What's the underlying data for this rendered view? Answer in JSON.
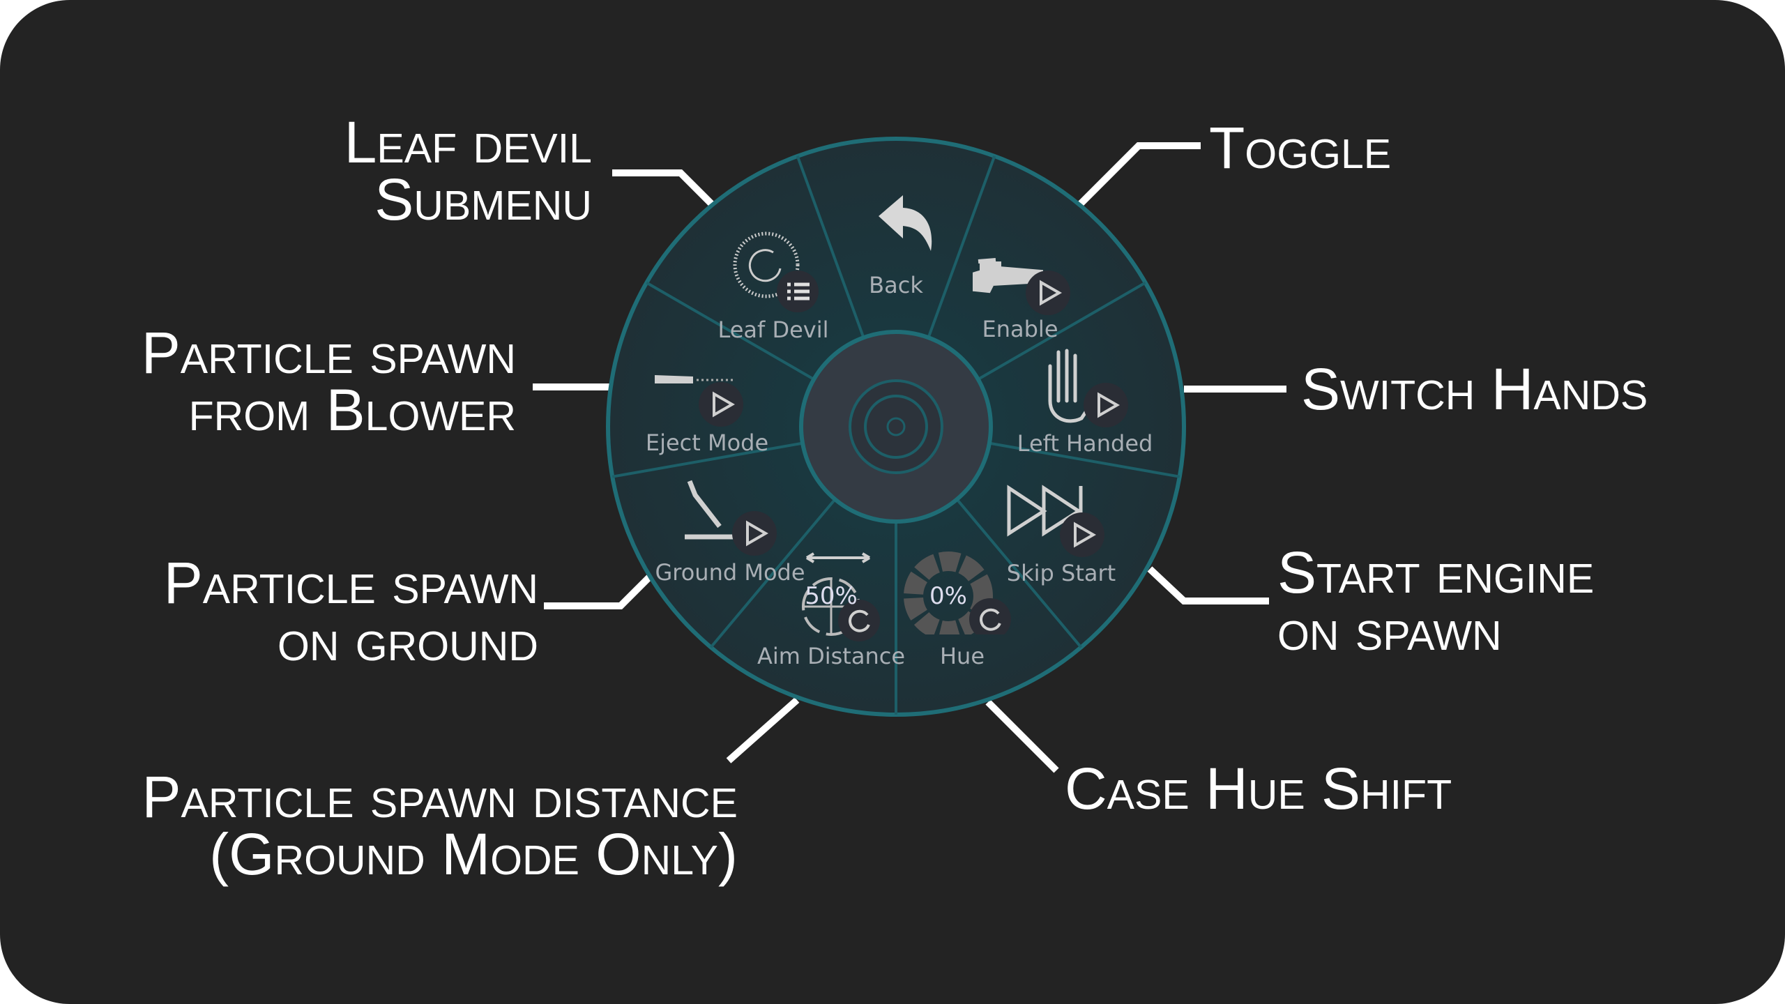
{
  "callouts": {
    "leaf_devil": [
      "Leaf devil",
      "Submenu"
    ],
    "toggle": [
      "Toggle"
    ],
    "blower": [
      "Particle spawn",
      "from Blower"
    ],
    "switch_hands": [
      "Switch Hands"
    ],
    "ground": [
      "Particle spawn",
      "on ground"
    ],
    "start_engine": [
      "Start engine",
      "on spawn"
    ],
    "distance": [
      "Particle spawn distance",
      "(Ground Mode Only)"
    ],
    "hue_shift": [
      "Case Hue Shift"
    ]
  },
  "radial_menu": {
    "items": [
      {
        "label": "Back",
        "icon": "back-arrow-icon"
      },
      {
        "label": "Enable",
        "icon": "leaf-blower-icon",
        "badge": "play-icon"
      },
      {
        "label": "Left Handed",
        "icon": "hand-icon",
        "badge": "play-icon"
      },
      {
        "label": "Skip Start",
        "icon": "fast-forward-icon",
        "badge": "play-icon"
      },
      {
        "label": "Hue",
        "icon": "hue-wheel-icon",
        "badge": "reset-icon",
        "value": "0%"
      },
      {
        "label": "Aim Distance",
        "icon": "crosshair-icon",
        "badge": "reset-icon",
        "value": "50%"
      },
      {
        "label": "Ground Mode",
        "icon": "ground-blower-icon",
        "badge": "play-icon"
      },
      {
        "label": "Eject Mode",
        "icon": "eject-blower-icon",
        "badge": "play-icon"
      },
      {
        "label": "Leaf Devil",
        "icon": "vortex-icon",
        "badge": "submenu-list-icon"
      }
    ],
    "colors": {
      "ring": "#1f6d76",
      "fill": "#1b3a40",
      "center": "#343b44"
    }
  }
}
